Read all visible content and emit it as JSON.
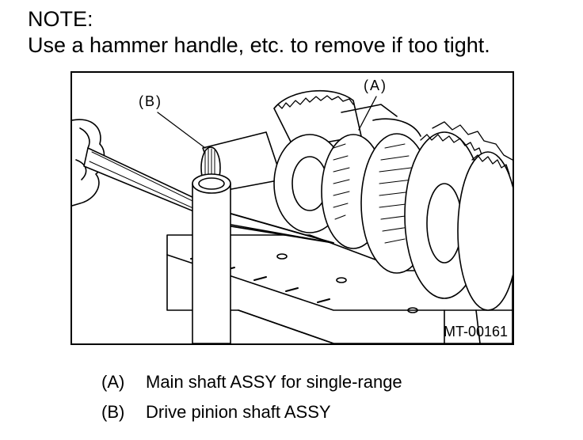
{
  "note": {
    "heading": "NOTE:",
    "text": "Use a hammer handle, etc. to remove if too tight."
  },
  "figure": {
    "callout_a": "(A)",
    "callout_b": "(B)",
    "figure_id": "MT-00161"
  },
  "legend": [
    {
      "key": "(A)",
      "text": "Main shaft ASSY for single-range"
    },
    {
      "key": "(B)",
      "text": "Drive pinion shaft ASSY"
    }
  ]
}
